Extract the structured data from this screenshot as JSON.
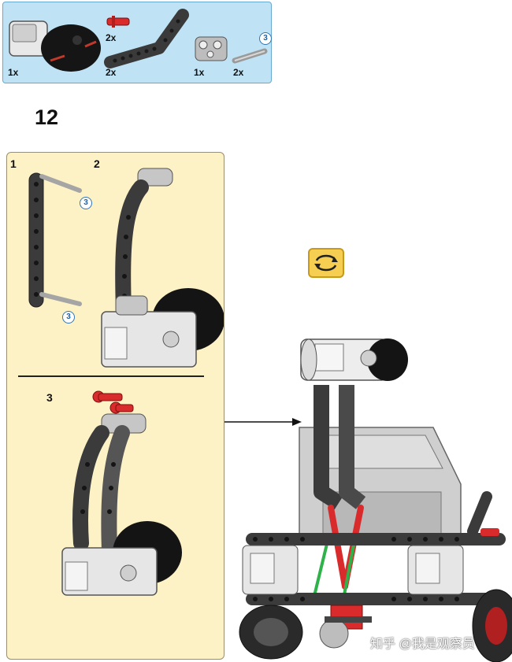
{
  "parts_list": {
    "quantities": [
      "1x",
      "2x",
      "2x",
      "1x",
      "2x"
    ],
    "length_badge": "3"
  },
  "step": {
    "number": "12",
    "substeps": [
      "1",
      "2",
      "3"
    ],
    "badges": [
      "3",
      "3"
    ]
  },
  "watermark": "知乎 @我是观察员"
}
